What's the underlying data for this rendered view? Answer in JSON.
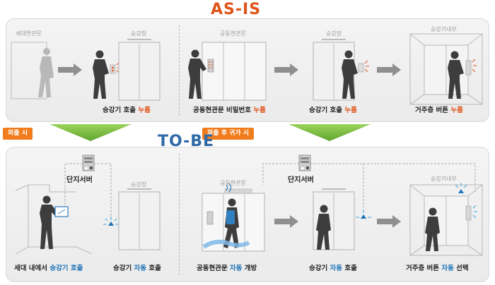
{
  "asis": {
    "title": "AS-IS",
    "labels": {
      "unit_door": "세대현관문",
      "hall_1": "승강장",
      "common_door": "공동현관문",
      "hall_2": "승강장",
      "cabin": "승강기내부"
    },
    "captions": [
      {
        "text": "승강기 호출 ",
        "hl": "누름"
      },
      {
        "text": "공동현관문 비밀번호 ",
        "hl": "누름"
      },
      {
        "text": "승강기 호출 ",
        "hl": "누름"
      },
      {
        "text": "거주층 버튼 ",
        "hl": "누름"
      }
    ]
  },
  "tags": {
    "outing": "외출 시",
    "return": "외출 후 귀가 시"
  },
  "tobe": {
    "title": "TO-BE",
    "server_left": "단지서버",
    "server_right": "단지서버",
    "labels": {
      "hall_1": "승강장",
      "common_door": "공동현관문",
      "cabin": "승강기내부"
    },
    "captions": [
      {
        "pre": "세대 내에서 ",
        "hl": "승강기 호출",
        "post": ""
      },
      {
        "pre": "승강기 ",
        "hl": "자동",
        "post": " 호출"
      },
      {
        "pre": "공동현관문 ",
        "hl": "자동",
        "post": " 개방"
      },
      {
        "pre": "승강기 ",
        "hl": "자동",
        "post": " 호출"
      },
      {
        "pre": "거주층 버튼 ",
        "hl": "자동",
        "post": " 선택"
      }
    ]
  },
  "colors": {
    "accent_orange": "#e0541a",
    "accent_blue": "#1d73b8",
    "tag_orange": "#f07c1c",
    "green_arrow": "#7cc142"
  }
}
